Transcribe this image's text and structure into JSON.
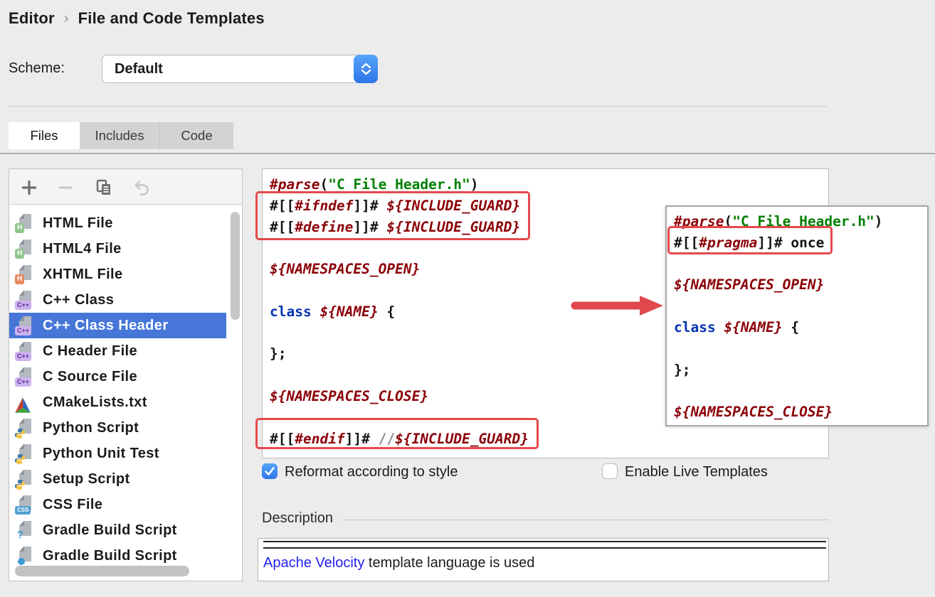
{
  "breadcrumb": {
    "section": "Editor",
    "separator": "›",
    "page": "File and Code Templates"
  },
  "scheme": {
    "label": "Scheme:",
    "value": "Default",
    "stepper_icon": "up-down-chevrons-icon"
  },
  "tabs": [
    {
      "label": "Files",
      "active": true
    },
    {
      "label": "Includes",
      "active": false
    },
    {
      "label": "Code",
      "active": false
    }
  ],
  "list_toolbar": {
    "icons": [
      {
        "name": "add-icon",
        "enabled": true
      },
      {
        "name": "remove-icon",
        "enabled": false
      },
      {
        "name": "copy-template-icon",
        "enabled": true
      },
      {
        "name": "revert-icon",
        "enabled": false
      }
    ]
  },
  "template_list": {
    "items": [
      {
        "label": "HTML File",
        "icon": "html-file-icon",
        "kind": "html",
        "selected": false
      },
      {
        "label": "HTML4 File",
        "icon": "html-file-icon",
        "kind": "html",
        "selected": false
      },
      {
        "label": "XHTML File",
        "icon": "xhtml-file-icon",
        "kind": "xhtml",
        "selected": false
      },
      {
        "label": "C++ Class",
        "icon": "cpp-file-icon",
        "kind": "cpp",
        "selected": false
      },
      {
        "label": "C++ Class Header",
        "icon": "cpp-file-icon",
        "kind": "cpp",
        "selected": true
      },
      {
        "label": "C Header File",
        "icon": "cpp-file-icon",
        "kind": "cpp",
        "selected": false
      },
      {
        "label": "C Source File",
        "icon": "cpp-file-icon",
        "kind": "cpp",
        "selected": false
      },
      {
        "label": "CMakeLists.txt",
        "icon": "cmake-icon",
        "kind": "cmake",
        "selected": false
      },
      {
        "label": "Python Script",
        "icon": "python-file-icon",
        "kind": "python",
        "selected": false
      },
      {
        "label": "Python Unit Test",
        "icon": "python-file-icon",
        "kind": "python",
        "selected": false
      },
      {
        "label": "Setup Script",
        "icon": "python-file-icon",
        "kind": "python",
        "selected": false
      },
      {
        "label": "CSS File",
        "icon": "css-file-icon",
        "kind": "css",
        "selected": false
      },
      {
        "label": "Gradle Build Script",
        "icon": "gradle-file-icon",
        "kind": "gradleq",
        "selected": false
      },
      {
        "label": "Gradle Build Script",
        "icon": "gradle-kts-file-icon",
        "kind": "gradlec",
        "selected": false
      }
    ]
  },
  "editor_code": {
    "lines": [
      [
        [
          "d",
          "#parse"
        ],
        [
          "t",
          "("
        ],
        [
          "s",
          "\"C File Header.h\""
        ],
        [
          "t",
          ")"
        ]
      ],
      [
        [
          "t",
          "#[["
        ],
        [
          "d",
          "#ifndef"
        ],
        [
          "t",
          "]]# "
        ],
        [
          "v",
          "${INCLUDE_GUARD}"
        ]
      ],
      [
        [
          "t",
          "#[["
        ],
        [
          "d",
          "#define"
        ],
        [
          "t",
          "]]# "
        ],
        [
          "v",
          "${INCLUDE_GUARD}"
        ]
      ],
      [],
      [
        [
          "v",
          "${NAMESPACES_OPEN}"
        ]
      ],
      [],
      [
        [
          "k",
          "class "
        ],
        [
          "v",
          "${NAME}"
        ],
        [
          "t",
          " {"
        ]
      ],
      [],
      [
        [
          "t",
          "};"
        ]
      ],
      [],
      [
        [
          "v",
          "${NAMESPACES_CLOSE}"
        ]
      ],
      [],
      [
        [
          "t",
          "#[["
        ],
        [
          "d",
          "#endif"
        ],
        [
          "t",
          "]]# "
        ],
        [
          "c",
          "//"
        ],
        [
          "v",
          "${INCLUDE_GUARD}"
        ]
      ]
    ]
  },
  "overlay_code": {
    "lines": [
      [
        [
          "d",
          "#parse"
        ],
        [
          "t",
          "("
        ],
        [
          "s",
          "\"C File Header.h\""
        ],
        [
          "t",
          ")"
        ]
      ],
      [
        [
          "t",
          "#[["
        ],
        [
          "d",
          "#pragma"
        ],
        [
          "t",
          "]]# once"
        ]
      ],
      [],
      [
        [
          "v",
          "${NAMESPACES_OPEN}"
        ]
      ],
      [],
      [
        [
          "k",
          "class "
        ],
        [
          "v",
          "${NAME}"
        ],
        [
          "t",
          " {"
        ]
      ],
      [],
      [
        [
          "t",
          "};"
        ]
      ],
      [],
      [
        [
          "v",
          "${NAMESPACES_CLOSE}"
        ]
      ]
    ]
  },
  "options": {
    "reformat": {
      "label": "Reformat according to style",
      "checked": true
    },
    "live_templates": {
      "label": "Enable Live Templates",
      "checked": false
    }
  },
  "description": {
    "heading": "Description",
    "link_text": "Apache Velocity",
    "text": " template language is used"
  },
  "annotations": {
    "arrow_icon": "red-arrow-right-icon",
    "highlight_color": "#e5494d"
  },
  "colors": {
    "selection_blue": "#4676d8",
    "accent_blue": "#3f8cf3",
    "annotation_red": "#e5494d",
    "code_directive": "#8b0007",
    "code_string": "#008000",
    "code_keyword": "#0033b3",
    "code_comment": "#8a8a8a",
    "link_blue": "#1f1fef"
  }
}
